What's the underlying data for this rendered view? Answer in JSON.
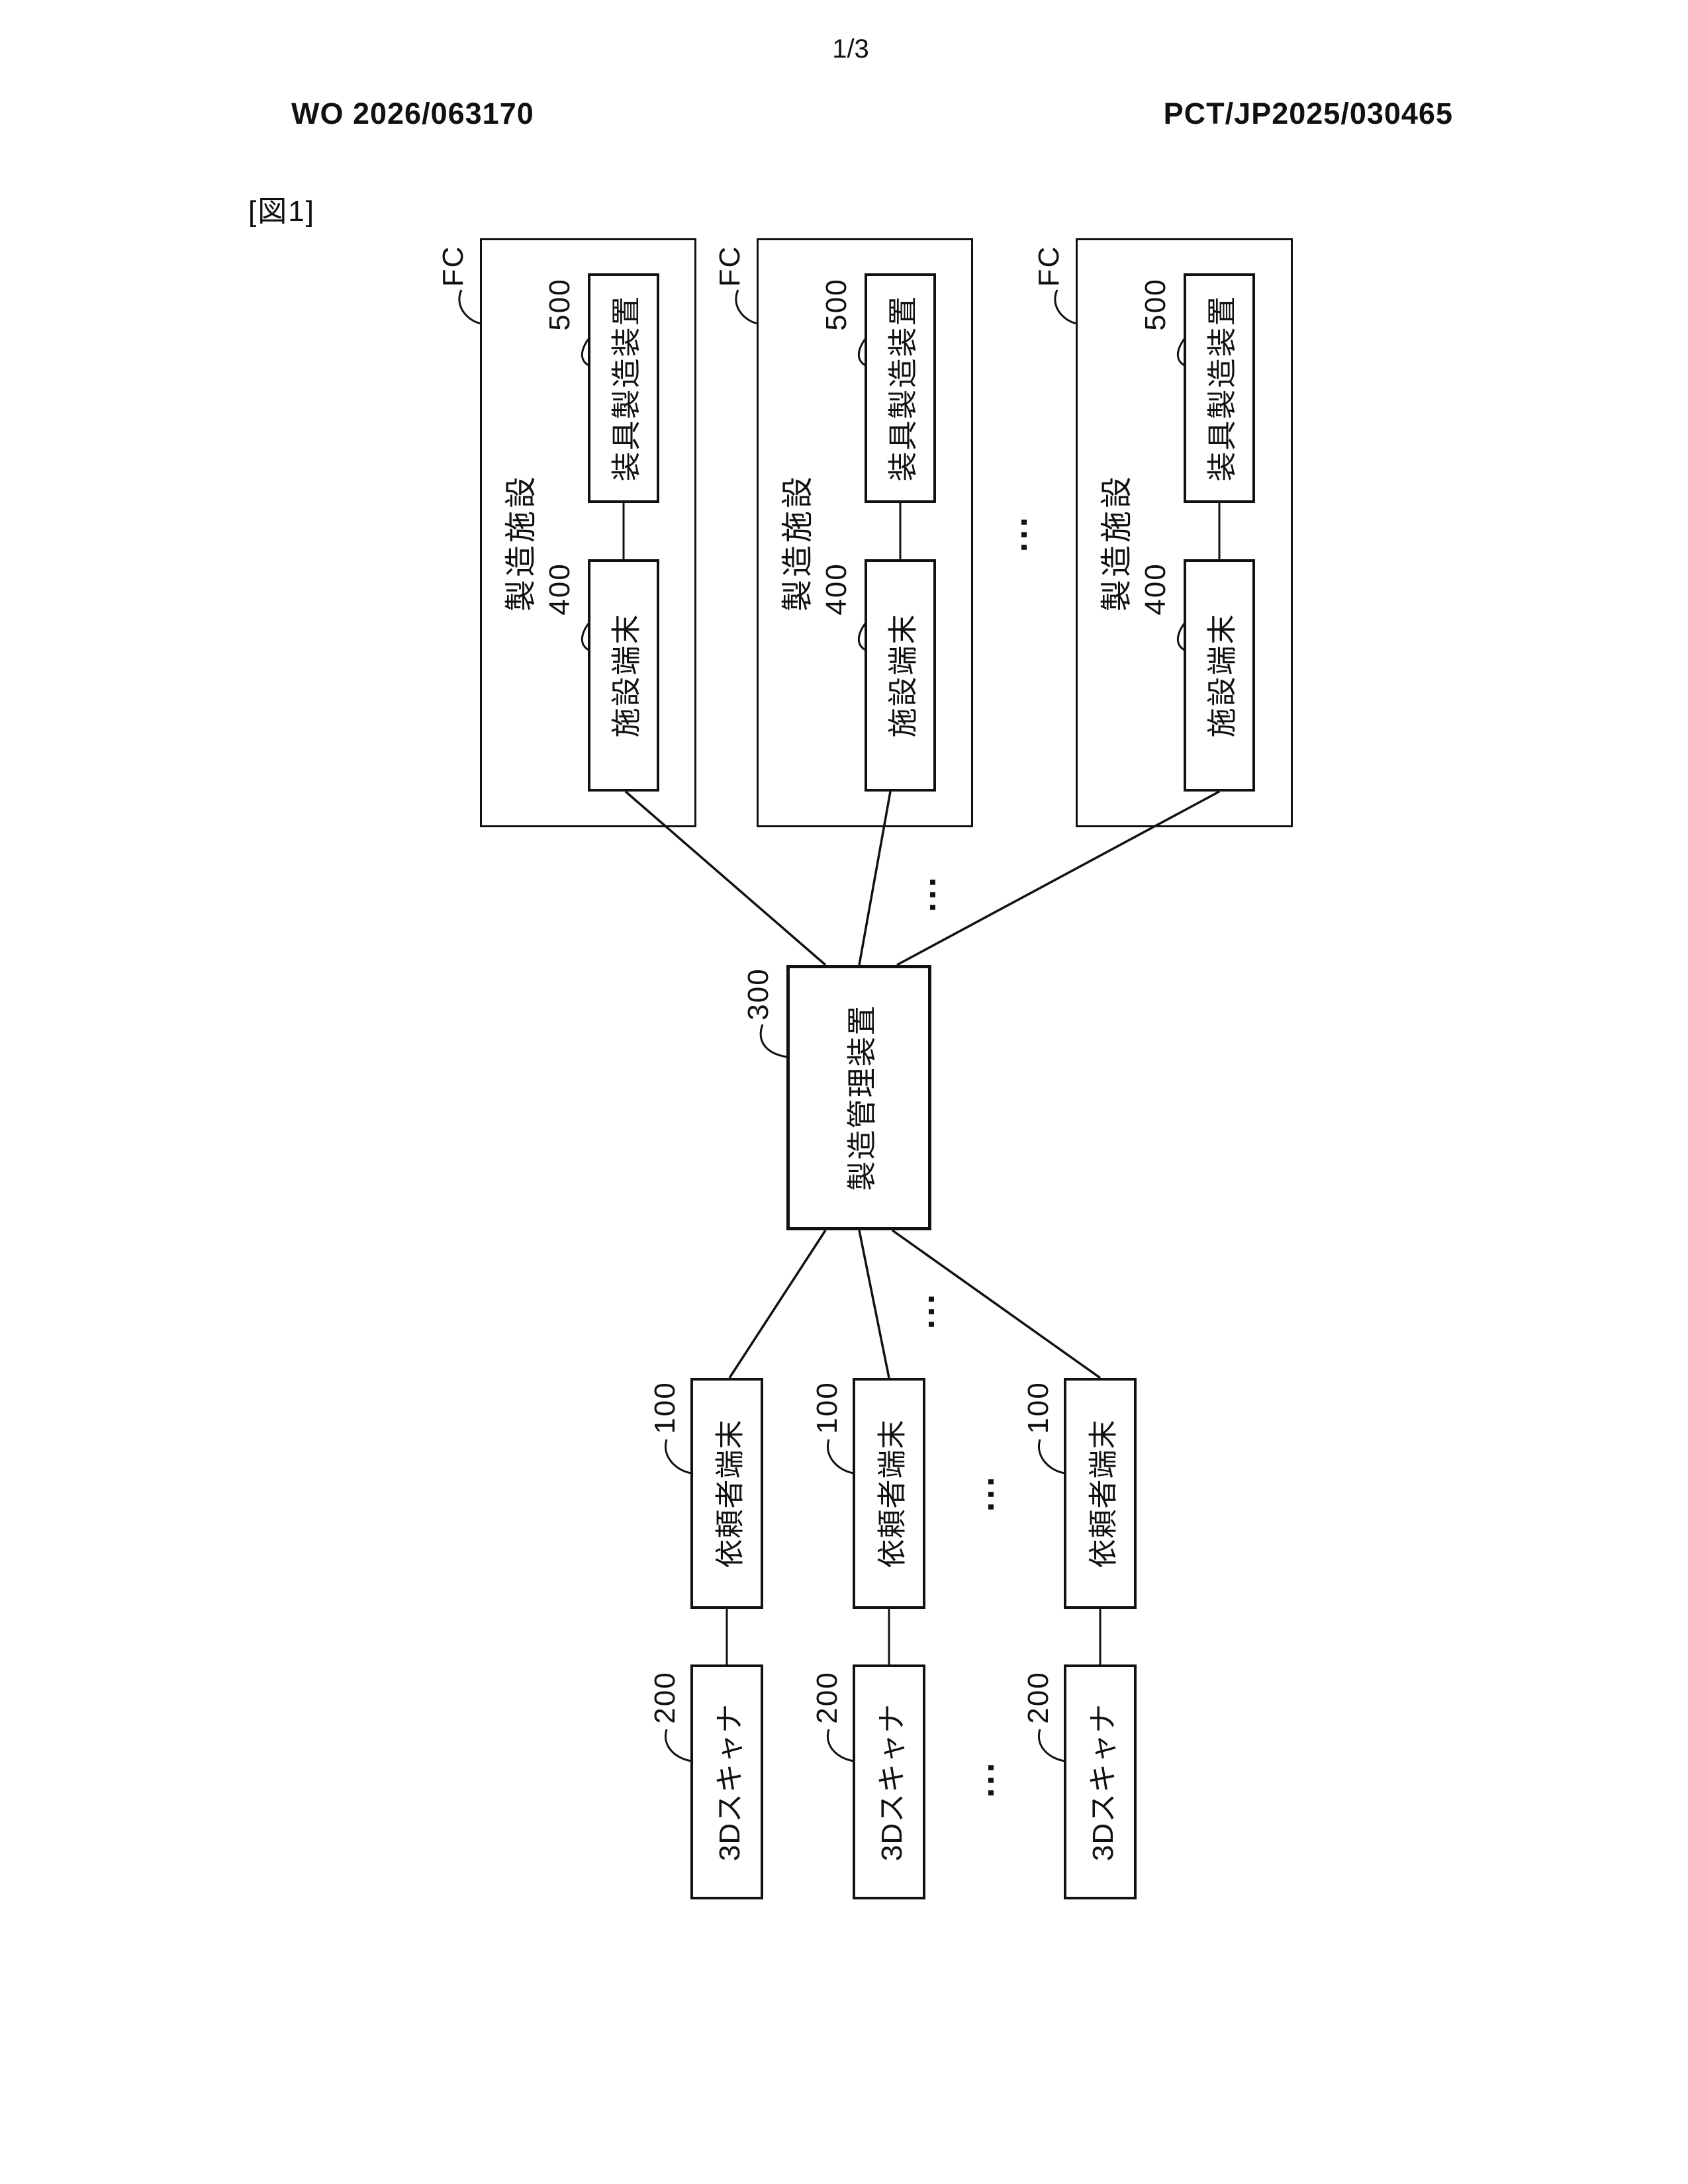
{
  "page": {
    "sheet_number": "1/3",
    "publication_number": "WO 2026/063170",
    "application_number": "PCT/JP2025/030465",
    "figure_label": "[図1]",
    "ink_color": "#111111",
    "paper_color": "#ffffff"
  },
  "figure": {
    "ellipsis": "···",
    "facilities": [
      {
        "ref": "FC",
        "name": "製造施設",
        "device": {
          "ref": "500",
          "label": "装具製造装置"
        },
        "terminal": {
          "ref": "400",
          "label": "施設端末"
        }
      },
      {
        "ref": "FC",
        "name": "製造施設",
        "device": {
          "ref": "500",
          "label": "装具製造装置"
        },
        "terminal": {
          "ref": "400",
          "label": "施設端末"
        }
      },
      {
        "ref": "FC",
        "name": "製造施設",
        "device": {
          "ref": "500",
          "label": "装具製造装置"
        },
        "terminal": {
          "ref": "400",
          "label": "施設端末"
        }
      }
    ],
    "management": {
      "ref": "300",
      "label": "製造管理装置"
    },
    "clients": [
      {
        "ref": "100",
        "label": "依頼者端末"
      },
      {
        "ref": "100",
        "label": "依頼者端末"
      },
      {
        "ref": "100",
        "label": "依頼者端末"
      }
    ],
    "scanners": [
      {
        "ref": "200",
        "label": "3Dスキャナ"
      },
      {
        "ref": "200",
        "label": "3Dスキャナ"
      },
      {
        "ref": "200",
        "label": "3Dスキャナ"
      }
    ]
  }
}
